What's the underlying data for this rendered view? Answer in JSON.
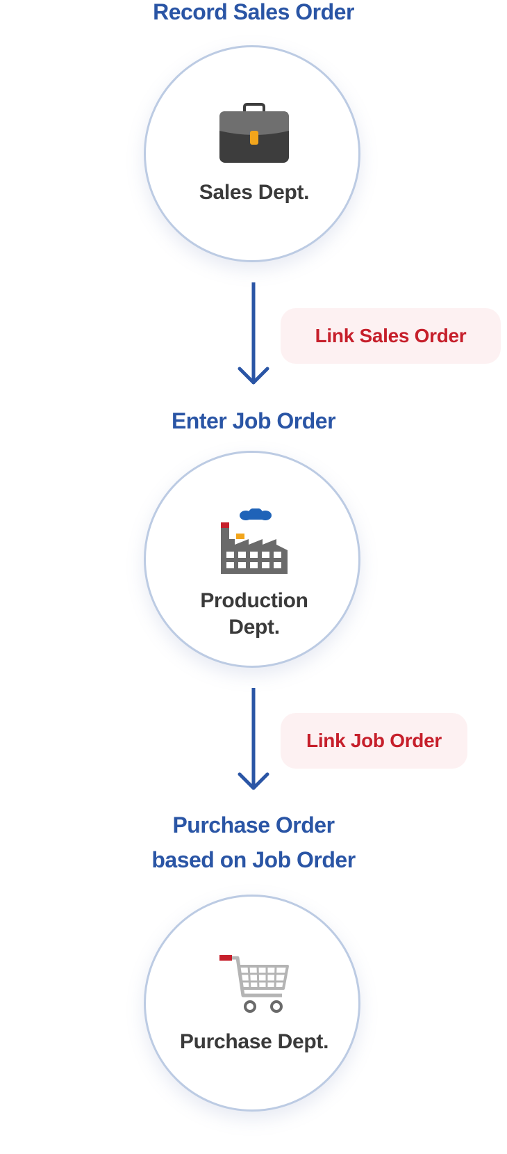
{
  "steps": [
    {
      "title": "Record Sales Order",
      "dept": "Sales Dept.",
      "icon": "briefcase-icon"
    },
    {
      "title": "Enter Job Order",
      "dept_lines": [
        "Production",
        "Dept."
      ],
      "icon": "factory-icon"
    },
    {
      "title_lines": [
        "Purchase Order",
        "based on Job Order"
      ],
      "dept": "Purchase Dept.",
      "icon": "shopping-cart-icon"
    }
  ],
  "links": [
    "Link Sales Order",
    "Link Job Order"
  ],
  "colors": {
    "title_blue": "#2a55a5",
    "arrow_blue": "#2a55a5",
    "link_red": "#c61f2b",
    "link_bg": "#fdf1f2",
    "circle_border": "#bccbe3",
    "dept_text": "#3a3a3a"
  }
}
